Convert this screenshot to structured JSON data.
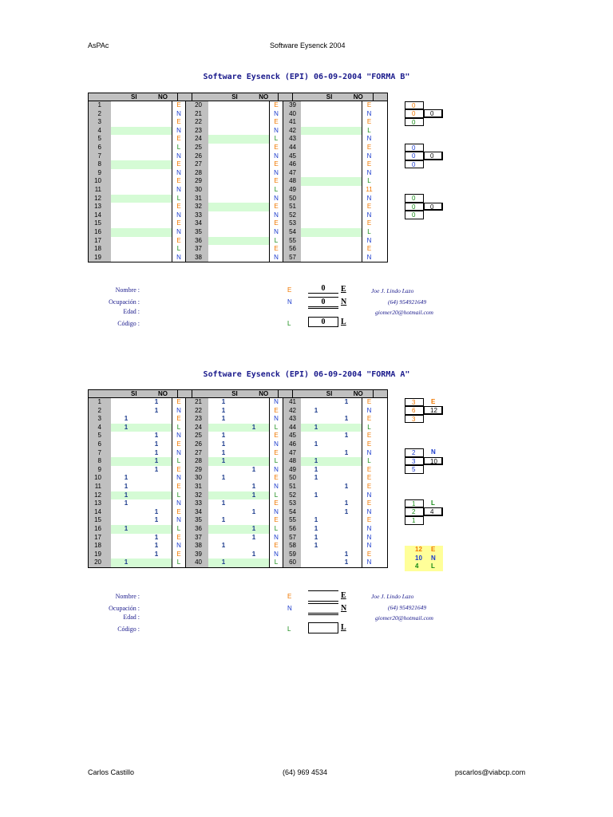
{
  "header": {
    "left": "AsPAc",
    "center": "Software Eysenck 2004"
  },
  "footer": {
    "left": "Carlos Castillo",
    "center": "(64) 969  4534",
    "right": "pscarlos@viabcp.com"
  },
  "colors": {
    "E": "#f07800",
    "N": "#1a3acc",
    "L": "#148a14",
    "green_row": "#d5fbd5",
    "header_gray": "#c0c0c0",
    "total_yellow": "#ffff99"
  },
  "forma_b": {
    "title": "Software Eysenck (EPI) 06-09-2004 \"FORMA B\"",
    "col_si": "SI",
    "col_no": "NO",
    "rows": [
      {
        "n1": "1",
        "l1": "E",
        "n2": "20",
        "l2": "E",
        "n3": "39",
        "l3": "E",
        "g1": false,
        "g2": false,
        "g3": false
      },
      {
        "n1": "2",
        "l1": "N",
        "n2": "21",
        "l2": "N",
        "n3": "40",
        "l3": "N",
        "g1": false,
        "g2": false,
        "g3": false
      },
      {
        "n1": "3",
        "l1": "E",
        "n2": "22",
        "l2": "E",
        "n3": "41",
        "l3": "E",
        "g1": false,
        "g2": false,
        "g3": false
      },
      {
        "n1": "4",
        "l1": "N",
        "n2": "23",
        "l2": "N",
        "n3": "42",
        "l3": "L",
        "g1": true,
        "g2": false,
        "g3": true
      },
      {
        "n1": "5",
        "l1": "E",
        "n2": "24",
        "l2": "L",
        "n3": "43",
        "l3": "N",
        "g1": false,
        "g2": true,
        "g3": false
      },
      {
        "n1": "6",
        "l1": "L",
        "n2": "25",
        "l2": "E",
        "n3": "44",
        "l3": "E",
        "g1": false,
        "g2": false,
        "g3": false
      },
      {
        "n1": "7",
        "l1": "N",
        "n2": "26",
        "l2": "N",
        "n3": "45",
        "l3": "N",
        "g1": false,
        "g2": false,
        "g3": false
      },
      {
        "n1": "8",
        "l1": "E",
        "n2": "27",
        "l2": "E",
        "n3": "46",
        "l3": "E",
        "g1": true,
        "g2": false,
        "g3": false
      },
      {
        "n1": "9",
        "l1": "N",
        "n2": "28",
        "l2": "N",
        "n3": "47",
        "l3": "N",
        "g1": false,
        "g2": false,
        "g3": false
      },
      {
        "n1": "10",
        "l1": "E",
        "n2": "29",
        "l2": "E",
        "n3": "48",
        "l3": "L",
        "g1": false,
        "g2": false,
        "g3": true
      },
      {
        "n1": "11",
        "l1": "N",
        "n2": "30",
        "l2": "L",
        "n3": "49",
        "l3": "11",
        "g1": false,
        "g2": false,
        "g3": false
      },
      {
        "n1": "12",
        "l1": "L",
        "n2": "31",
        "l2": "N",
        "n3": "50",
        "l3": "N",
        "g1": true,
        "g2": false,
        "g3": false
      },
      {
        "n1": "13",
        "l1": "E",
        "n2": "32",
        "l2": "E",
        "n3": "51",
        "l3": "E",
        "g1": false,
        "g2": true,
        "g3": false
      },
      {
        "n1": "14",
        "l1": "N",
        "n2": "33",
        "l2": "N",
        "n3": "52",
        "l3": "N",
        "g1": false,
        "g2": false,
        "g3": false
      },
      {
        "n1": "15",
        "l1": "E",
        "n2": "34",
        "l2": "E",
        "n3": "53",
        "l3": "E",
        "g1": false,
        "g2": false,
        "g3": false
      },
      {
        "n1": "16",
        "l1": "N",
        "n2": "35",
        "l2": "N",
        "n3": "54",
        "l3": "L",
        "g1": true,
        "g2": false,
        "g3": true
      },
      {
        "n1": "17",
        "l1": "E",
        "n2": "36",
        "l2": "L",
        "n3": "55",
        "l3": "N",
        "g1": false,
        "g2": true,
        "g3": false
      },
      {
        "n1": "18",
        "l1": "L",
        "n2": "37",
        "l2": "E",
        "n3": "56",
        "l3": "E",
        "g1": false,
        "g2": false,
        "g3": false
      },
      {
        "n1": "19",
        "l1": "N",
        "n2": "38",
        "l2": "N",
        "n3": "57",
        "l3": "N",
        "g1": false,
        "g2": false,
        "g3": false
      }
    ],
    "side": [
      {
        "v": "0",
        "c": "E",
        "row": 1
      },
      {
        "v": "0",
        "c": "E",
        "row": 2,
        "box": "0"
      },
      {
        "v": "0",
        "c": "L",
        "row": 3
      },
      {
        "v": "0",
        "c": "N",
        "row": 6
      },
      {
        "v": "0",
        "c": "N",
        "row": 7,
        "box": "0"
      },
      {
        "v": "0",
        "c": "N",
        "row": 8
      },
      {
        "v": "0",
        "c": "L",
        "row": 12
      },
      {
        "v": "0",
        "c": "L",
        "row": 13,
        "box": "0"
      },
      {
        "v": "0",
        "c": "L",
        "row": 14
      }
    ],
    "form": {
      "nombre": "Nombre :",
      "ocupacion": "Ocupación :",
      "edad": "Edad :",
      "codigo": "Código :",
      "e_val": "0",
      "n_val": "0",
      "l_val": "0"
    }
  },
  "forma_a": {
    "title": "Software Eysenck (EPI) 06-09-2004 \"FORMA A\"",
    "col_si": "SI",
    "col_no": "NO",
    "rows": [
      {
        "n1": "1",
        "s1": "",
        "o1": "1",
        "l1": "E",
        "n2": "21",
        "s2": "1",
        "o2": "",
        "l2": "N",
        "n3": "41",
        "s3": "",
        "o3": "1",
        "l3": "E",
        "g1": false,
        "g2": false,
        "g3": false
      },
      {
        "n1": "2",
        "s1": "",
        "o1": "1",
        "l1": "N",
        "n2": "22",
        "s2": "1",
        "o2": "",
        "l2": "E",
        "n3": "42",
        "s3": "1",
        "o3": "",
        "l3": "N",
        "g1": false,
        "g2": false,
        "g3": false
      },
      {
        "n1": "3",
        "s1": "1",
        "o1": "",
        "l1": "E",
        "n2": "23",
        "s2": "1",
        "o2": "",
        "l2": "N",
        "n3": "43",
        "s3": "",
        "o3": "1",
        "l3": "E",
        "g1": false,
        "g2": false,
        "g3": false
      },
      {
        "n1": "4",
        "s1": "1",
        "o1": "",
        "l1": "L",
        "n2": "24",
        "s2": "",
        "o2": "1",
        "l2": "L",
        "n3": "44",
        "s3": "1",
        "o3": "",
        "l3": "L",
        "g1": true,
        "g2": true,
        "g3": true
      },
      {
        "n1": "5",
        "s1": "",
        "o1": "1",
        "l1": "N",
        "n2": "25",
        "s2": "1",
        "o2": "",
        "l2": "E",
        "n3": "45",
        "s3": "",
        "o3": "1",
        "l3": "E",
        "g1": false,
        "g2": false,
        "g3": false
      },
      {
        "n1": "6",
        "s1": "",
        "o1": "1",
        "l1": "E",
        "n2": "26",
        "s2": "1",
        "o2": "",
        "l2": "N",
        "n3": "46",
        "s3": "1",
        "o3": "",
        "l3": "E",
        "g1": false,
        "g2": false,
        "g3": false
      },
      {
        "n1": "7",
        "s1": "",
        "o1": "1",
        "l1": "N",
        "n2": "27",
        "s2": "1",
        "o2": "",
        "l2": "E",
        "n3": "47",
        "s3": "",
        "o3": "1",
        "l3": "N",
        "g1": false,
        "g2": false,
        "g3": false
      },
      {
        "n1": "8",
        "s1": "",
        "o1": "1",
        "l1": "L",
        "n2": "28",
        "s2": "1",
        "o2": "",
        "l2": "L",
        "n3": "48",
        "s3": "1",
        "o3": "",
        "l3": "L",
        "g1": true,
        "g2": true,
        "g3": true
      },
      {
        "n1": "9",
        "s1": "",
        "o1": "1",
        "l1": "E",
        "n2": "29",
        "s2": "",
        "o2": "1",
        "l2": "N",
        "n3": "49",
        "s3": "1",
        "o3": "",
        "l3": "E",
        "g1": false,
        "g2": false,
        "g3": false
      },
      {
        "n1": "10",
        "s1": "1",
        "o1": "",
        "l1": "N",
        "n2": "30",
        "s2": "1",
        "o2": "",
        "l2": "E",
        "n3": "50",
        "s3": "1",
        "o3": "",
        "l3": "E",
        "g1": false,
        "g2": false,
        "g3": false
      },
      {
        "n1": "11",
        "s1": "1",
        "o1": "",
        "l1": "E",
        "n2": "31",
        "s2": "",
        "o2": "1",
        "l2": "N",
        "n3": "51",
        "s3": "",
        "o3": "1",
        "l3": "E",
        "g1": false,
        "g2": false,
        "g3": false
      },
      {
        "n1": "12",
        "s1": "1",
        "o1": "",
        "l1": "L",
        "n2": "32",
        "s2": "",
        "o2": "1",
        "l2": "L",
        "n3": "52",
        "s3": "1",
        "o3": "",
        "l3": "N",
        "g1": true,
        "g2": true,
        "g3": false
      },
      {
        "n1": "13",
        "s1": "1",
        "o1": "",
        "l1": "N",
        "n2": "33",
        "s2": "1",
        "o2": "",
        "l2": "E",
        "n3": "53",
        "s3": "",
        "o3": "1",
        "l3": "E",
        "g1": false,
        "g2": false,
        "g3": false
      },
      {
        "n1": "14",
        "s1": "",
        "o1": "1",
        "l1": "E",
        "n2": "34",
        "s2": "",
        "o2": "1",
        "l2": "N",
        "n3": "54",
        "s3": "",
        "o3": "1",
        "l3": "N",
        "g1": false,
        "g2": false,
        "g3": false
      },
      {
        "n1": "15",
        "s1": "",
        "o1": "1",
        "l1": "N",
        "n2": "35",
        "s2": "1",
        "o2": "",
        "l2": "E",
        "n3": "55",
        "s3": "1",
        "o3": "",
        "l3": "E",
        "g1": false,
        "g2": false,
        "g3": false
      },
      {
        "n1": "16",
        "s1": "1",
        "o1": "",
        "l1": "L",
        "n2": "36",
        "s2": "",
        "o2": "1",
        "l2": "L",
        "n3": "56",
        "s3": "1",
        "o3": "",
        "l3": "N",
        "g1": true,
        "g2": true,
        "g3": false
      },
      {
        "n1": "17",
        "s1": "",
        "o1": "1",
        "l1": "E",
        "n2": "37",
        "s2": "",
        "o2": "1",
        "l2": "N",
        "n3": "57",
        "s3": "1",
        "o3": "",
        "l3": "N",
        "g1": false,
        "g2": false,
        "g3": false
      },
      {
        "n1": "18",
        "s1": "",
        "o1": "1",
        "l1": "N",
        "n2": "38",
        "s2": "1",
        "o2": "",
        "l2": "E",
        "n3": "58",
        "s3": "1",
        "o3": "",
        "l3": "N",
        "g1": false,
        "g2": false,
        "g3": false
      },
      {
        "n1": "19",
        "s1": "",
        "o1": "1",
        "l1": "E",
        "n2": "39",
        "s2": "",
        "o2": "1",
        "l2": "N",
        "n3": "59",
        "s3": "",
        "o3": "1",
        "l3": "E",
        "g1": false,
        "g2": false,
        "g3": false
      },
      {
        "n1": "20",
        "s1": "1",
        "o1": "",
        "l1": "L",
        "n2": "40",
        "s2": "1",
        "o2": "",
        "l2": "L",
        "n3": "60",
        "s3": "",
        "o3": "1",
        "l3": "N",
        "g1": true,
        "g2": true,
        "g3": false
      }
    ],
    "side": [
      {
        "v": "3",
        "c": "E",
        "row": 1,
        "lab": "E"
      },
      {
        "v": "6",
        "c": "E",
        "row": 2,
        "box": "12"
      },
      {
        "v": "3",
        "c": "E",
        "row": 3
      },
      {
        "v": "2",
        "c": "N",
        "row": 7,
        "lab": "N"
      },
      {
        "v": "3",
        "c": "N",
        "row": 8,
        "box": "10"
      },
      {
        "v": "5",
        "c": "N",
        "row": 9
      },
      {
        "v": "1",
        "c": "L",
        "row": 13,
        "lab": "L"
      },
      {
        "v": "2",
        "c": "L",
        "row": 14,
        "box": "4"
      },
      {
        "v": "1",
        "c": "L",
        "row": 15
      }
    ],
    "totals": [
      {
        "v": "12",
        "lab": "E",
        "c": "E"
      },
      {
        "v": "10",
        "lab": "N",
        "c": "N"
      },
      {
        "v": "4",
        "lab": "L",
        "c": "L"
      }
    ],
    "form": {
      "nombre": "Nombre :",
      "ocupacion": "Ocupación :",
      "edad": "Edad :",
      "codigo": "Código :",
      "e_val": "",
      "n_val": "",
      "l_val": ""
    }
  },
  "credits": {
    "name": "Joe J. Lindo Lazo",
    "phone": "(64) 954921649",
    "email": "giomer20@hotmail.com"
  },
  "letters": {
    "E": "E",
    "N": "N",
    "L": "L"
  }
}
